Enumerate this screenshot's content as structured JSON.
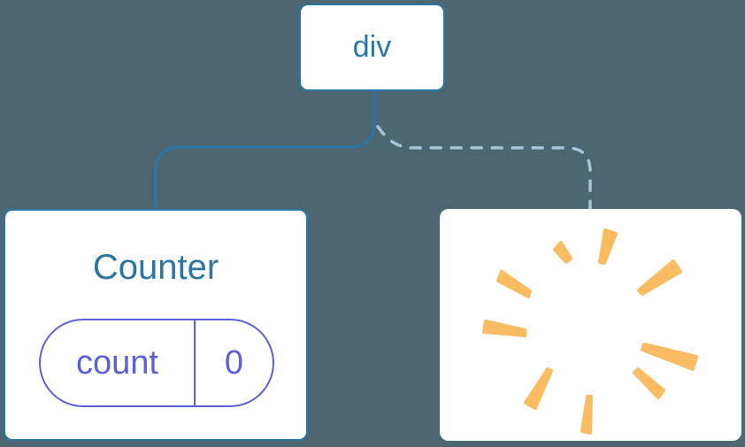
{
  "tree": {
    "root": {
      "label": "div"
    },
    "counter": {
      "title": "Counter",
      "state": {
        "key": "count",
        "value": "0"
      }
    },
    "removed": {
      "icon": "poof-icon"
    },
    "colors": {
      "canvas_bg": "#4C6772",
      "node_blue": "#2B76A4",
      "dashed_line": "#A7C5D9",
      "state_purple": "#5C60D6",
      "poof_orange": "#FABC63",
      "node_bg": "#FFFFFF"
    }
  }
}
